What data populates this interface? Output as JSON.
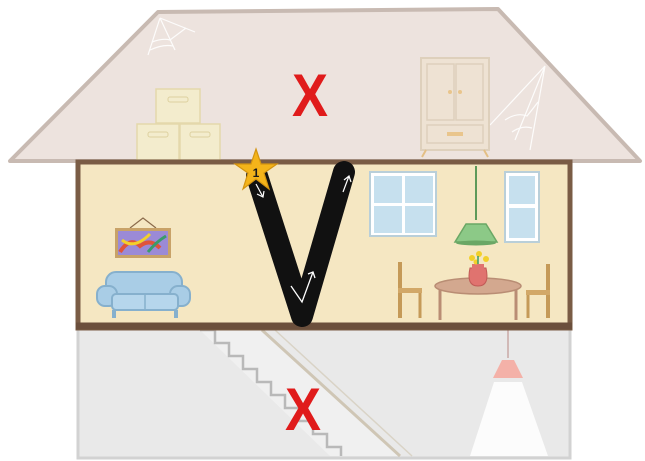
{
  "floors": {
    "attic": {
      "blocked_marker": "X"
    },
    "living_room": {
      "stroke_letter": "V"
    },
    "basement": {
      "blocked_marker": "X"
    }
  },
  "stroke": {
    "start_marker": "star-icon",
    "step_number": "1",
    "direction_arrows": [
      "arrow-down-icon",
      "arrow-up-icon",
      "arrow-up-icon"
    ]
  },
  "colors": {
    "attic_fill": "#ede2dc",
    "wall_fill": "#f5e7c2",
    "wall_border": "#7a5c45",
    "basement_fill": "#e8e8e8",
    "stroke": "#111111",
    "star": "#f4b41a",
    "x_mark": "#e01b1b"
  }
}
